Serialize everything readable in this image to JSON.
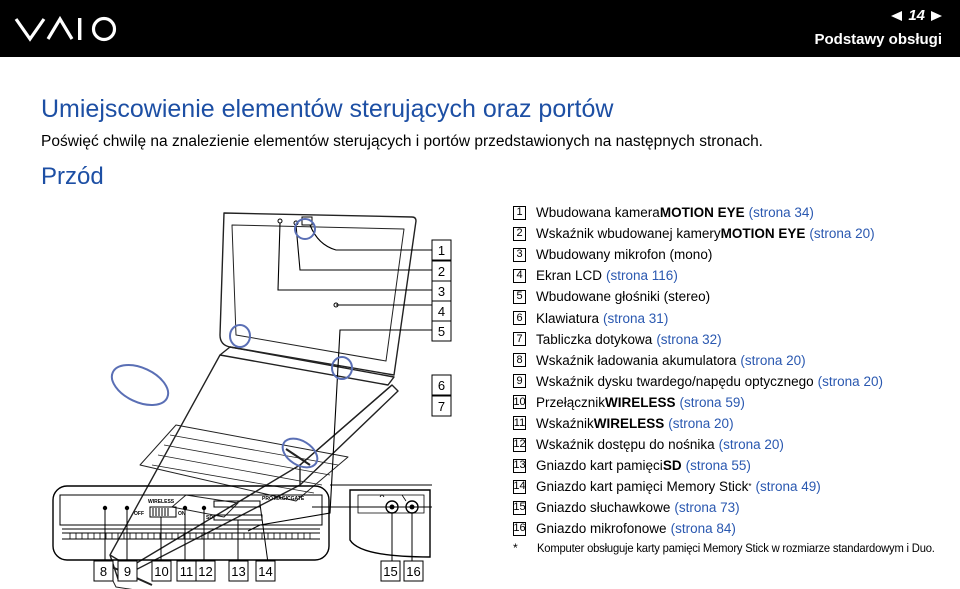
{
  "header": {
    "logo_text": "VAIO",
    "page_number": "14",
    "section": "Podstawy obsługi"
  },
  "title": "Umiejscowienie elementów sterujących oraz portów",
  "intro": "Poświęć chwilę na znalezienie elementów sterujących i portów przedstawionych na następnych stronach.",
  "subtitle": "Przód",
  "figure": {
    "side_callouts": [
      "1",
      "2",
      "3",
      "4",
      "5",
      "6",
      "7"
    ],
    "bottom_callouts": [
      "8",
      "9",
      "10",
      "11",
      "12",
      "13",
      "14",
      "15",
      "16"
    ],
    "panel_labels": {
      "wireless": "WIRELESS",
      "off": "OFF",
      "on": "ON",
      "sd": "SD",
      "pro": "PRO",
      "magicgate": "MAGICGATE"
    }
  },
  "legend": [
    {
      "num": "1",
      "text": "Wbudowana kamera ",
      "bold": "MOTION EYE",
      "after": "",
      "ref": "(strona 34)"
    },
    {
      "num": "2",
      "text": "Wskaźnik wbudowanej kamery ",
      "bold": "MOTION EYE",
      "after": "",
      "ref": "(strona 20)"
    },
    {
      "num": "3",
      "text": "Wbudowany mikrofon (mono)",
      "bold": "",
      "after": "",
      "ref": ""
    },
    {
      "num": "4",
      "text": "Ekran LCD",
      "bold": "",
      "after": "",
      "ref": "(strona 116)"
    },
    {
      "num": "5",
      "text": "Wbudowane głośniki (stereo)",
      "bold": "",
      "after": "",
      "ref": ""
    },
    {
      "num": "6",
      "text": "Klawiatura",
      "bold": "",
      "after": "",
      "ref": "(strona 31)"
    },
    {
      "num": "7",
      "text": "Tabliczka dotykowa",
      "bold": "",
      "after": "",
      "ref": "(strona 32)"
    },
    {
      "num": "8",
      "text": "Wskaźnik ładowania akumulatora",
      "bold": "",
      "after": "",
      "ref": "(strona 20)"
    },
    {
      "num": "9",
      "text": "Wskaźnik dysku twardego/napędu optycznego",
      "bold": "",
      "after": "",
      "ref": "(strona 20)"
    },
    {
      "num": "10",
      "text": "Przełącznik ",
      "bold": "WIRELESS",
      "after": "",
      "ref": "(strona 59)"
    },
    {
      "num": "11",
      "text": "Wskaźnik ",
      "bold": "WIRELESS",
      "after": "",
      "ref": "(strona 20)"
    },
    {
      "num": "12",
      "text": "Wskaźnik dostępu do nośnika",
      "bold": "",
      "after": "",
      "ref": "(strona 20)"
    },
    {
      "num": "13",
      "text": "Gniazdo kart pamięci ",
      "bold": "SD",
      "after": "",
      "ref": "(strona 55)"
    },
    {
      "num": "14",
      "text": "Gniazdo kart pamięci Memory Stick",
      "bold": "",
      "after": "*",
      "ref": "(strona 49)"
    },
    {
      "num": "15",
      "text": "Gniazdo słuchawkowe",
      "bold": "",
      "after": "",
      "ref": "(strona 73)"
    },
    {
      "num": "16",
      "text": "Gniazdo mikrofonowe",
      "bold": "",
      "after": "",
      "ref": "(strona 84)"
    }
  ],
  "footnote": {
    "mark": "*",
    "text": "Komputer obsługuje karty pamięci Memory Stick w rozmiarze standardowym i Duo."
  },
  "colors": {
    "header_bg": "#000000",
    "title_blue": "#1d4fa4",
    "link_blue": "#2a58b0"
  }
}
